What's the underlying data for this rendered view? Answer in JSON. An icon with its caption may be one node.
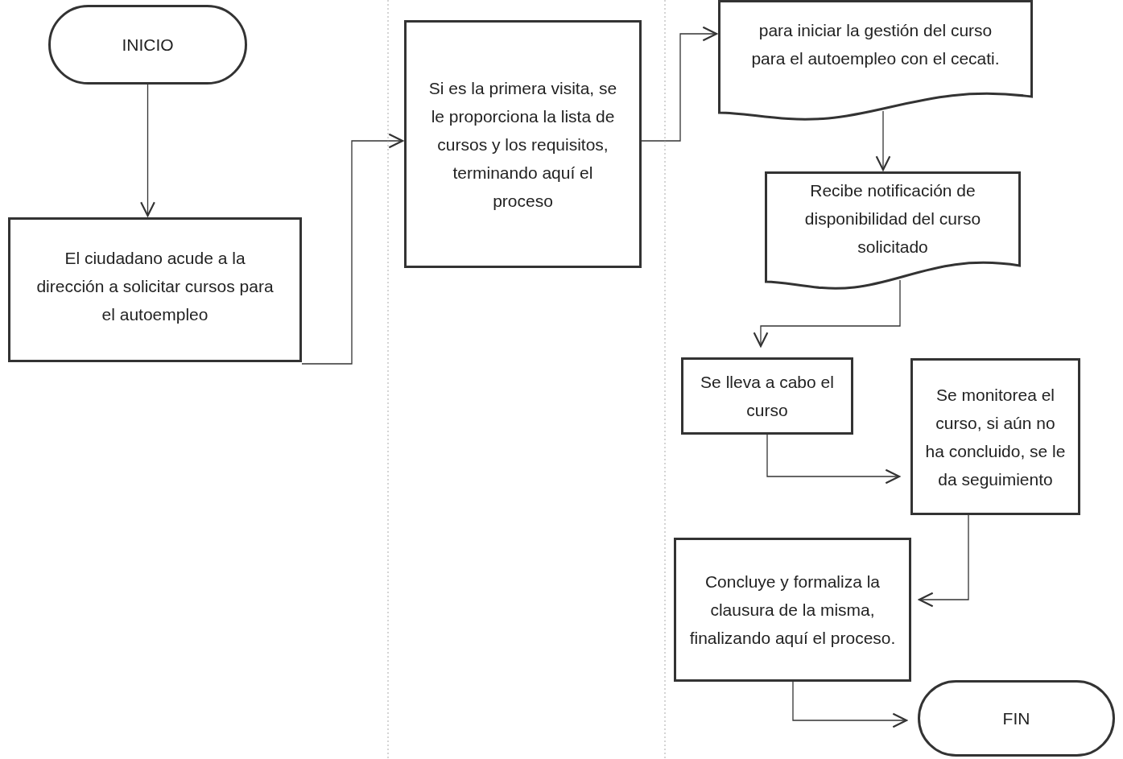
{
  "diagram": {
    "nodes": [
      {
        "text": [
          "INICIO"
        ]
      },
      {
        "text": [
          "El ciudadano acude a la dirección a solicitar cursos para el autoempleo"
        ]
      },
      {
        "text": [
          "Si es la primera visita, se le proporciona la lista de cursos y los requisitos, terminando aquí el proceso"
        ]
      },
      {
        "text": [
          "para iniciar la gestión del curso para el autoempleo con el cecati."
        ]
      },
      {
        "text": [
          "Recibe notificación de disponibilidad del curso solicitado"
        ]
      },
      {
        "text": [
          "Se lleva a cabo el curso"
        ]
      },
      {
        "text": [
          "Se monitorea el curso, si aún no ha concluido, se le da seguimiento"
        ]
      },
      {
        "text": [
          "Concluye y formaliza la clausura de la misma, finalizando aquí el proceso."
        ]
      },
      {
        "text": [
          "FIN"
        ]
      }
    ],
    "edges": [
      {
        "from": 0,
        "to": 1,
        "arrow": "to"
      },
      {
        "from": 1,
        "to": 2,
        "arrow": "to"
      },
      {
        "from": 2,
        "to": 3,
        "arrow": "to"
      },
      {
        "from": 3,
        "to": 4,
        "arrow": "to"
      },
      {
        "from": 4,
        "to": 5,
        "arrow": "to"
      },
      {
        "from": 5,
        "to": 6,
        "arrow": "to"
      },
      {
        "from": 6,
        "to": 7,
        "arrow": "to"
      },
      {
        "from": 7,
        "to": 8,
        "arrow": "to"
      }
    ]
  }
}
